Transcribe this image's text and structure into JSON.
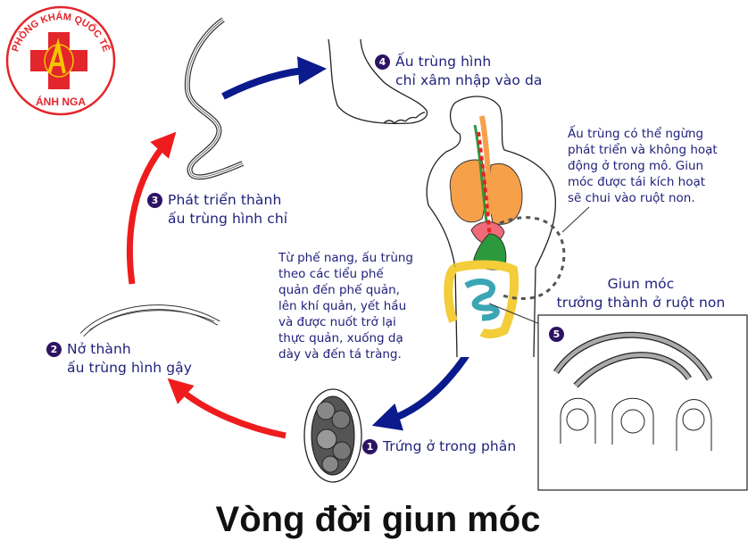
{
  "logo": {
    "top_text": "PHÒNG KHÁM QUỐC TẾ",
    "bottom_text": "ÁNH NGA",
    "accent": "#e3262b",
    "letter_color": "#f5c400"
  },
  "steps": [
    {
      "number": "1",
      "lines": [
        "Trứng ở trong phân"
      ]
    },
    {
      "number": "2",
      "lines": [
        "Nở thành",
        "ấu trùng hình gậy"
      ]
    },
    {
      "number": "3",
      "lines": [
        "Phát triển thành",
        "ấu trùng hình chỉ"
      ]
    },
    {
      "number": "4",
      "lines": [
        "Ấu trùng hình",
        "chỉ xâm nhập vào da"
      ]
    },
    {
      "number": "5",
      "lines": [
        "Giun móc",
        "trưởng thành ở ruột non"
      ]
    }
  ],
  "notes": {
    "lung_migration": [
      "Từ phế nang, ấu trùng",
      "theo các tiểu phế",
      "quản đến phế quản,",
      "lên khí quản, yết hầu",
      "và được nuốt trở lại",
      "thực quản, xuống dạ",
      "dày và đến tá tràng."
    ],
    "dormant": [
      "Ấu trùng có thể ngừng",
      "phát triển và không hoạt",
      "động ở trong mô. Giun",
      "móc được tái kích hoạt",
      "sẽ chui vào ruột non."
    ]
  },
  "title": "Vòng đời giun móc",
  "colors": {
    "text": "#1f1f7a",
    "badge": "#2d1363",
    "arrow_red": "#ee1c1c",
    "arrow_blue": "#0b1a8c",
    "lungs": "#f7a04a",
    "heart": "#f06b78",
    "stomach": "#2c9a3c",
    "colon": "#f3cd3a",
    "intestine": "#3aa6b3"
  }
}
